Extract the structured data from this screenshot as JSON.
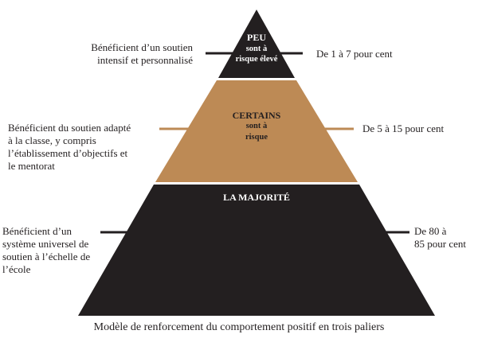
{
  "tiers": [
    {
      "title": "PEU",
      "subtitle": "sont à\nrisque élevé",
      "left_text": "Bénéficient d’un soutien\nintensif et personnalisé",
      "right_text": "De 1 à 7 pour cent",
      "color": "#231f20",
      "text_color": "#ffffff"
    },
    {
      "title": "CERTAINS",
      "subtitle": "sont à\nrisque",
      "left_text": "Bénéficient du soutien adapté\nà la classe, y compris\nl’établissement d’objectifs et\nle mentorat",
      "right_text": "De 5 à 15 pour cent",
      "color": "#bd8a55",
      "text_color": "#231f20"
    },
    {
      "title": "LA MAJORITÉ",
      "subtitle": "",
      "left_text": "Bénéficient d’un\nsystème universel de\nsoutien à l’échelle de\nl’école",
      "right_text": "De 80 à\n85 pour cent",
      "color": "#231f20",
      "text_color": "#ffffff"
    }
  ],
  "caption": "Modèle de renforcement du comportement positif en trois paliers"
}
